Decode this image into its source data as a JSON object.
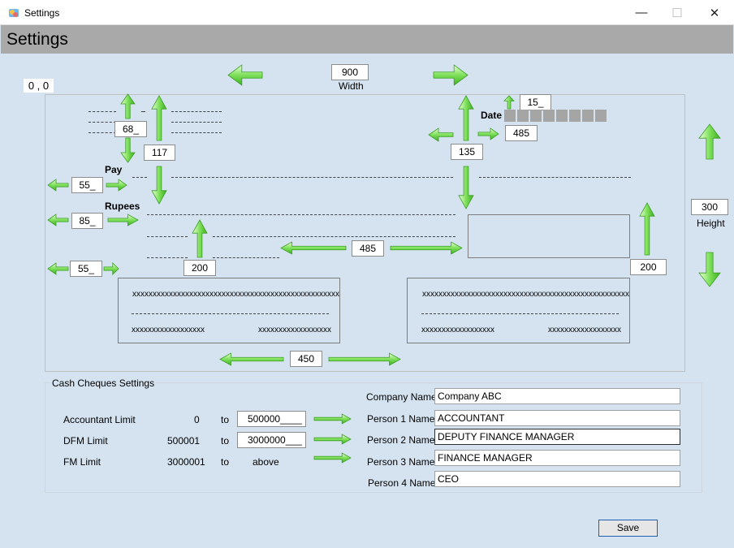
{
  "window": {
    "title": "Settings",
    "minimize": "—",
    "maximize": "☐",
    "close": "✕"
  },
  "header": {
    "title": "Settings"
  },
  "origin_label": "0 , 0",
  "dimensions": {
    "width_value": "900",
    "width_label": "Width",
    "height_value": "300",
    "height_label": "Height"
  },
  "cheque": {
    "date_label": "Date",
    "pay_label": "Pay",
    "rupees_label": "Rupees",
    "offsets": {
      "v68": "68_",
      "v117": "117",
      "v135": "135",
      "v15": "15_",
      "h485_date": "485",
      "h55_pay": "55_",
      "h85_rupees": "85_",
      "h55_sign": "55_",
      "v200_left": "200",
      "h485_mid": "485",
      "v200_right": "200",
      "h450": "450"
    },
    "left_sign": {
      "line1": "xxxxxxxxxxxxxxxxxxxxxxxxxxxxxxxxxxxxxxxxxxxxxxxxxxx",
      "left": "xxxxxxxxxxxxxxxxxx",
      "right": "xxxxxxxxxxxxxxxxxx"
    },
    "right_sign": {
      "line1": "xxxxxxxxxxxxxxxxxxxxxxxxxxxxxxxxxxxxxxxxxxxxxxxxxxx",
      "left": "xxxxxxxxxxxxxxxxxx",
      "right": "xxxxxxxxxxxxxxxxxx"
    }
  },
  "cash_settings": {
    "title": "Cash Cheques Settings",
    "to_label": "to",
    "limits": [
      {
        "name": "Accountant Limit",
        "from": "0",
        "to": "500000____"
      },
      {
        "name": "DFM Limit",
        "from": "500001",
        "to": "3000000___"
      },
      {
        "name": "FM Limit",
        "from": "3000001",
        "to": "above"
      }
    ],
    "company_label": "Company Name",
    "company_value": "Company ABC",
    "persons": [
      {
        "label": "Person 1 Name",
        "value": "ACCOUNTANT"
      },
      {
        "label": "Person 2 Name",
        "value": "DEPUTY FINANCE MANAGER"
      },
      {
        "label": "Person 3 Name",
        "value": "FINANCE MANAGER"
      },
      {
        "label": "Person 4 Name",
        "value": "CEO"
      }
    ]
  },
  "save_label": "Save",
  "colors": {
    "background": "#d5e3f0",
    "header_band": "#a9a9a9",
    "arrow_green": "#5ccf3a",
    "date_cells": "#a5a5a5"
  }
}
